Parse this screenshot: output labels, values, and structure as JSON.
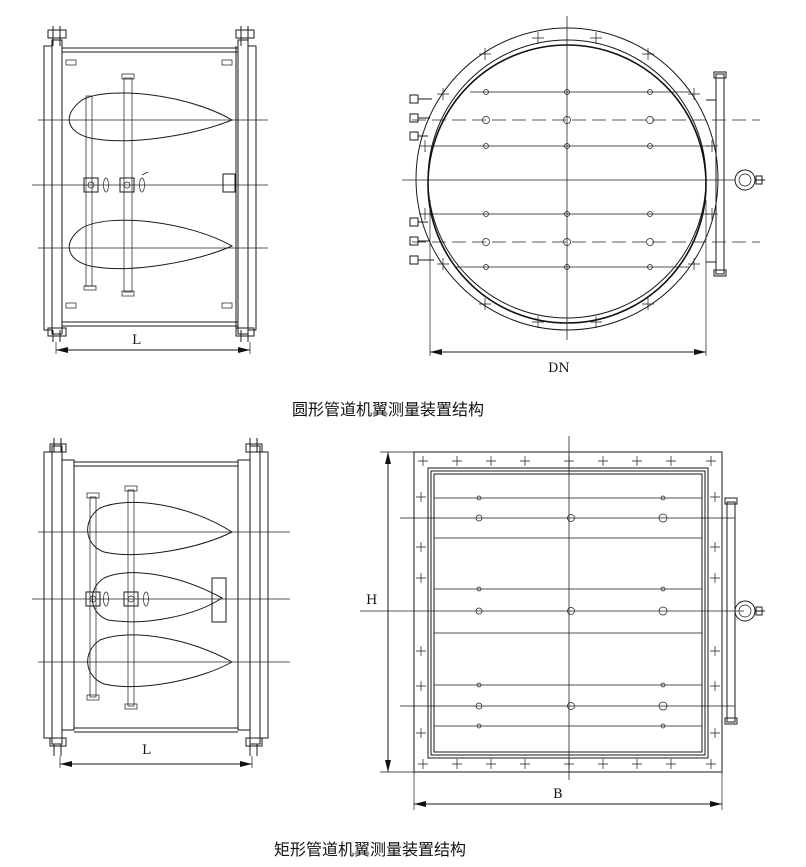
{
  "figure_top": {
    "caption": "圆形管道机翼测量装置结构",
    "side_view": {
      "length_label": "L"
    },
    "front_view": {
      "diameter_label": "DN"
    }
  },
  "figure_bottom": {
    "caption": "矩形管道机翼测量装置结构",
    "side_view": {
      "length_label": "L"
    },
    "front_view": {
      "height_label": "H",
      "width_label": "B"
    }
  }
}
